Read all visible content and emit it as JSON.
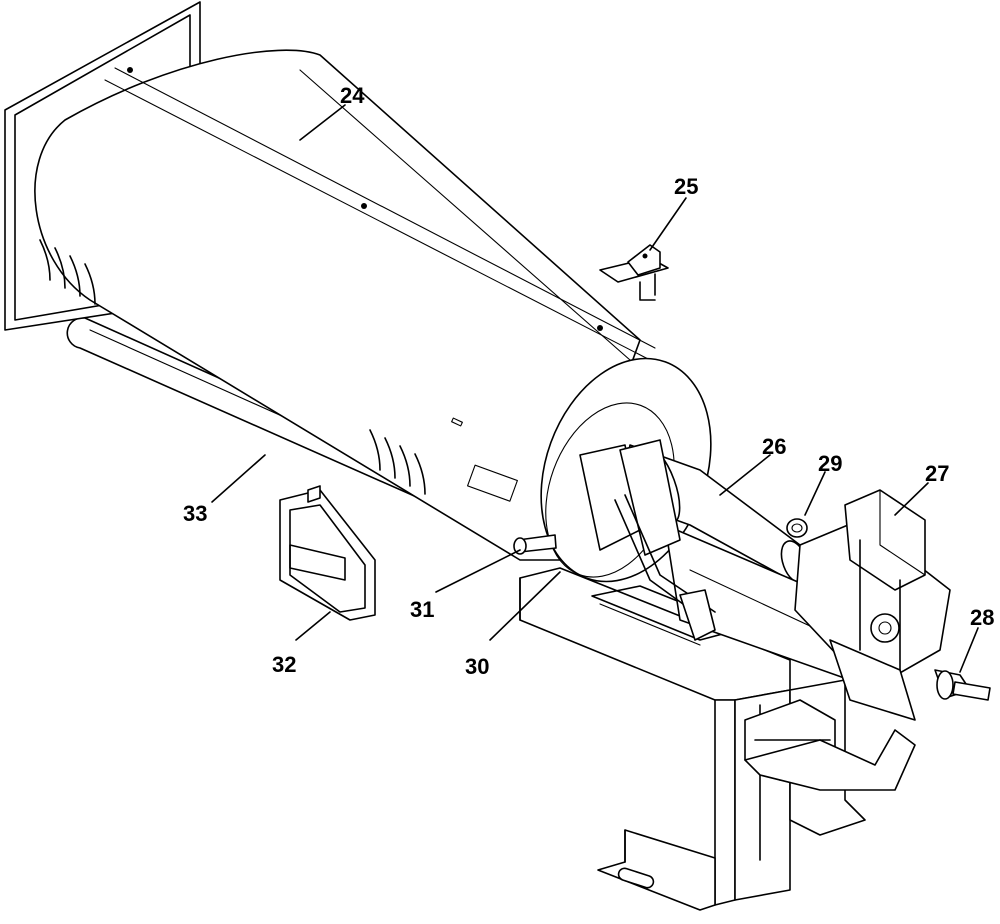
{
  "callouts": [
    {
      "id": "24",
      "text": "24"
    },
    {
      "id": "25",
      "text": "25"
    },
    {
      "id": "26",
      "text": "26"
    },
    {
      "id": "27",
      "text": "27"
    },
    {
      "id": "28",
      "text": "28"
    },
    {
      "id": "29",
      "text": "29"
    },
    {
      "id": "30",
      "text": "30"
    },
    {
      "id": "31",
      "text": "31"
    },
    {
      "id": "32",
      "text": "32"
    },
    {
      "id": "33",
      "text": "33"
    }
  ]
}
